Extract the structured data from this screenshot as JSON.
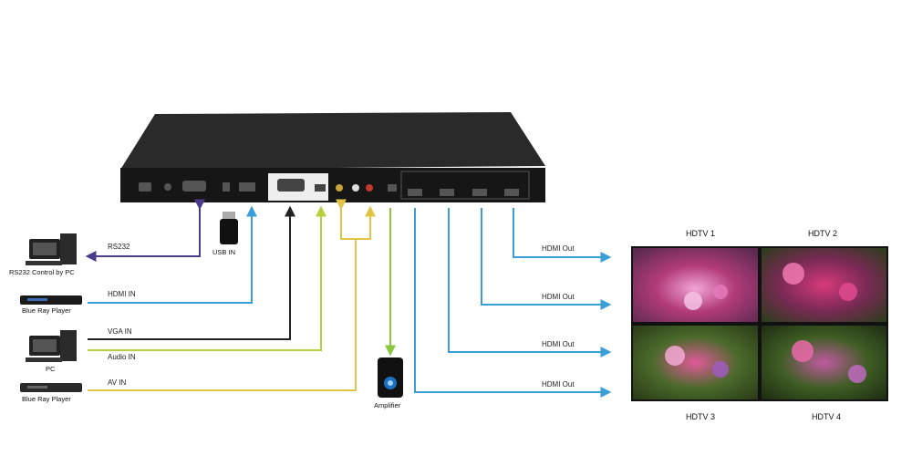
{
  "inputs": {
    "rs232_line": "RS232",
    "hdmi_in_line": "HDMI IN",
    "vga_in_line": "VGA IN",
    "audio_in_line": "Audio IN",
    "av_in_line": "AV IN"
  },
  "devices": {
    "pc_rs232": "RS232 Control by PC",
    "bluray_top": "Blue Ray Player",
    "pc": "PC",
    "bluray_bottom": "Blue Ray Player",
    "usb": "USB IN",
    "amplifier": "Amplifier"
  },
  "outputs": {
    "hdmi_out_1": "HDMI Out",
    "hdmi_out_2": "HDMI Out",
    "hdmi_out_3": "HDMI Out",
    "hdmi_out_4": "HDMI Out"
  },
  "screens": {
    "hdtv1": "HDTV 1",
    "hdtv2": "HDTV 2",
    "hdtv3": "HDTV 3",
    "hdtv4": "HDTV 4"
  },
  "colors": {
    "rs232": "#4a3b8c",
    "hdmi": "#3b9ed6",
    "vga": "#222222",
    "audio": "#b7cf3a",
    "av": "#e2c445",
    "amp": "#8cc63f"
  }
}
